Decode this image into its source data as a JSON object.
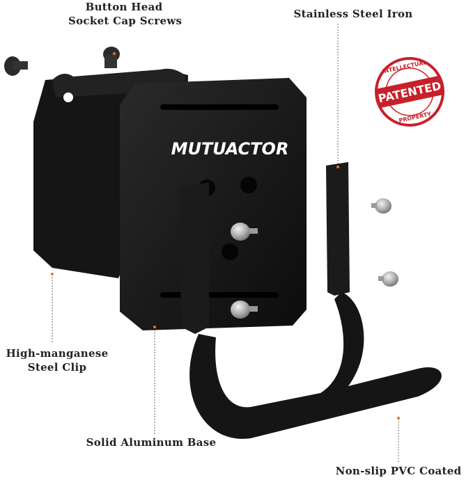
{
  "labels": {
    "screws_line1": "Button Head",
    "screws_line2": "Socket Cap Screws",
    "iron": "Stainless Steel Iron",
    "clip_line1": "High-manganese",
    "clip_line2": "Steel Clip",
    "base": "Solid Aluminum Base",
    "coating": "Non-slip PVC Coated"
  },
  "brand_logo": "MUTUACTOR",
  "stamp": {
    "top": "INTELLECTUAL",
    "center": "PATENTED",
    "bottom": "PROPERTY",
    "color": "#c8202a"
  },
  "accent_color": "#e8742a"
}
